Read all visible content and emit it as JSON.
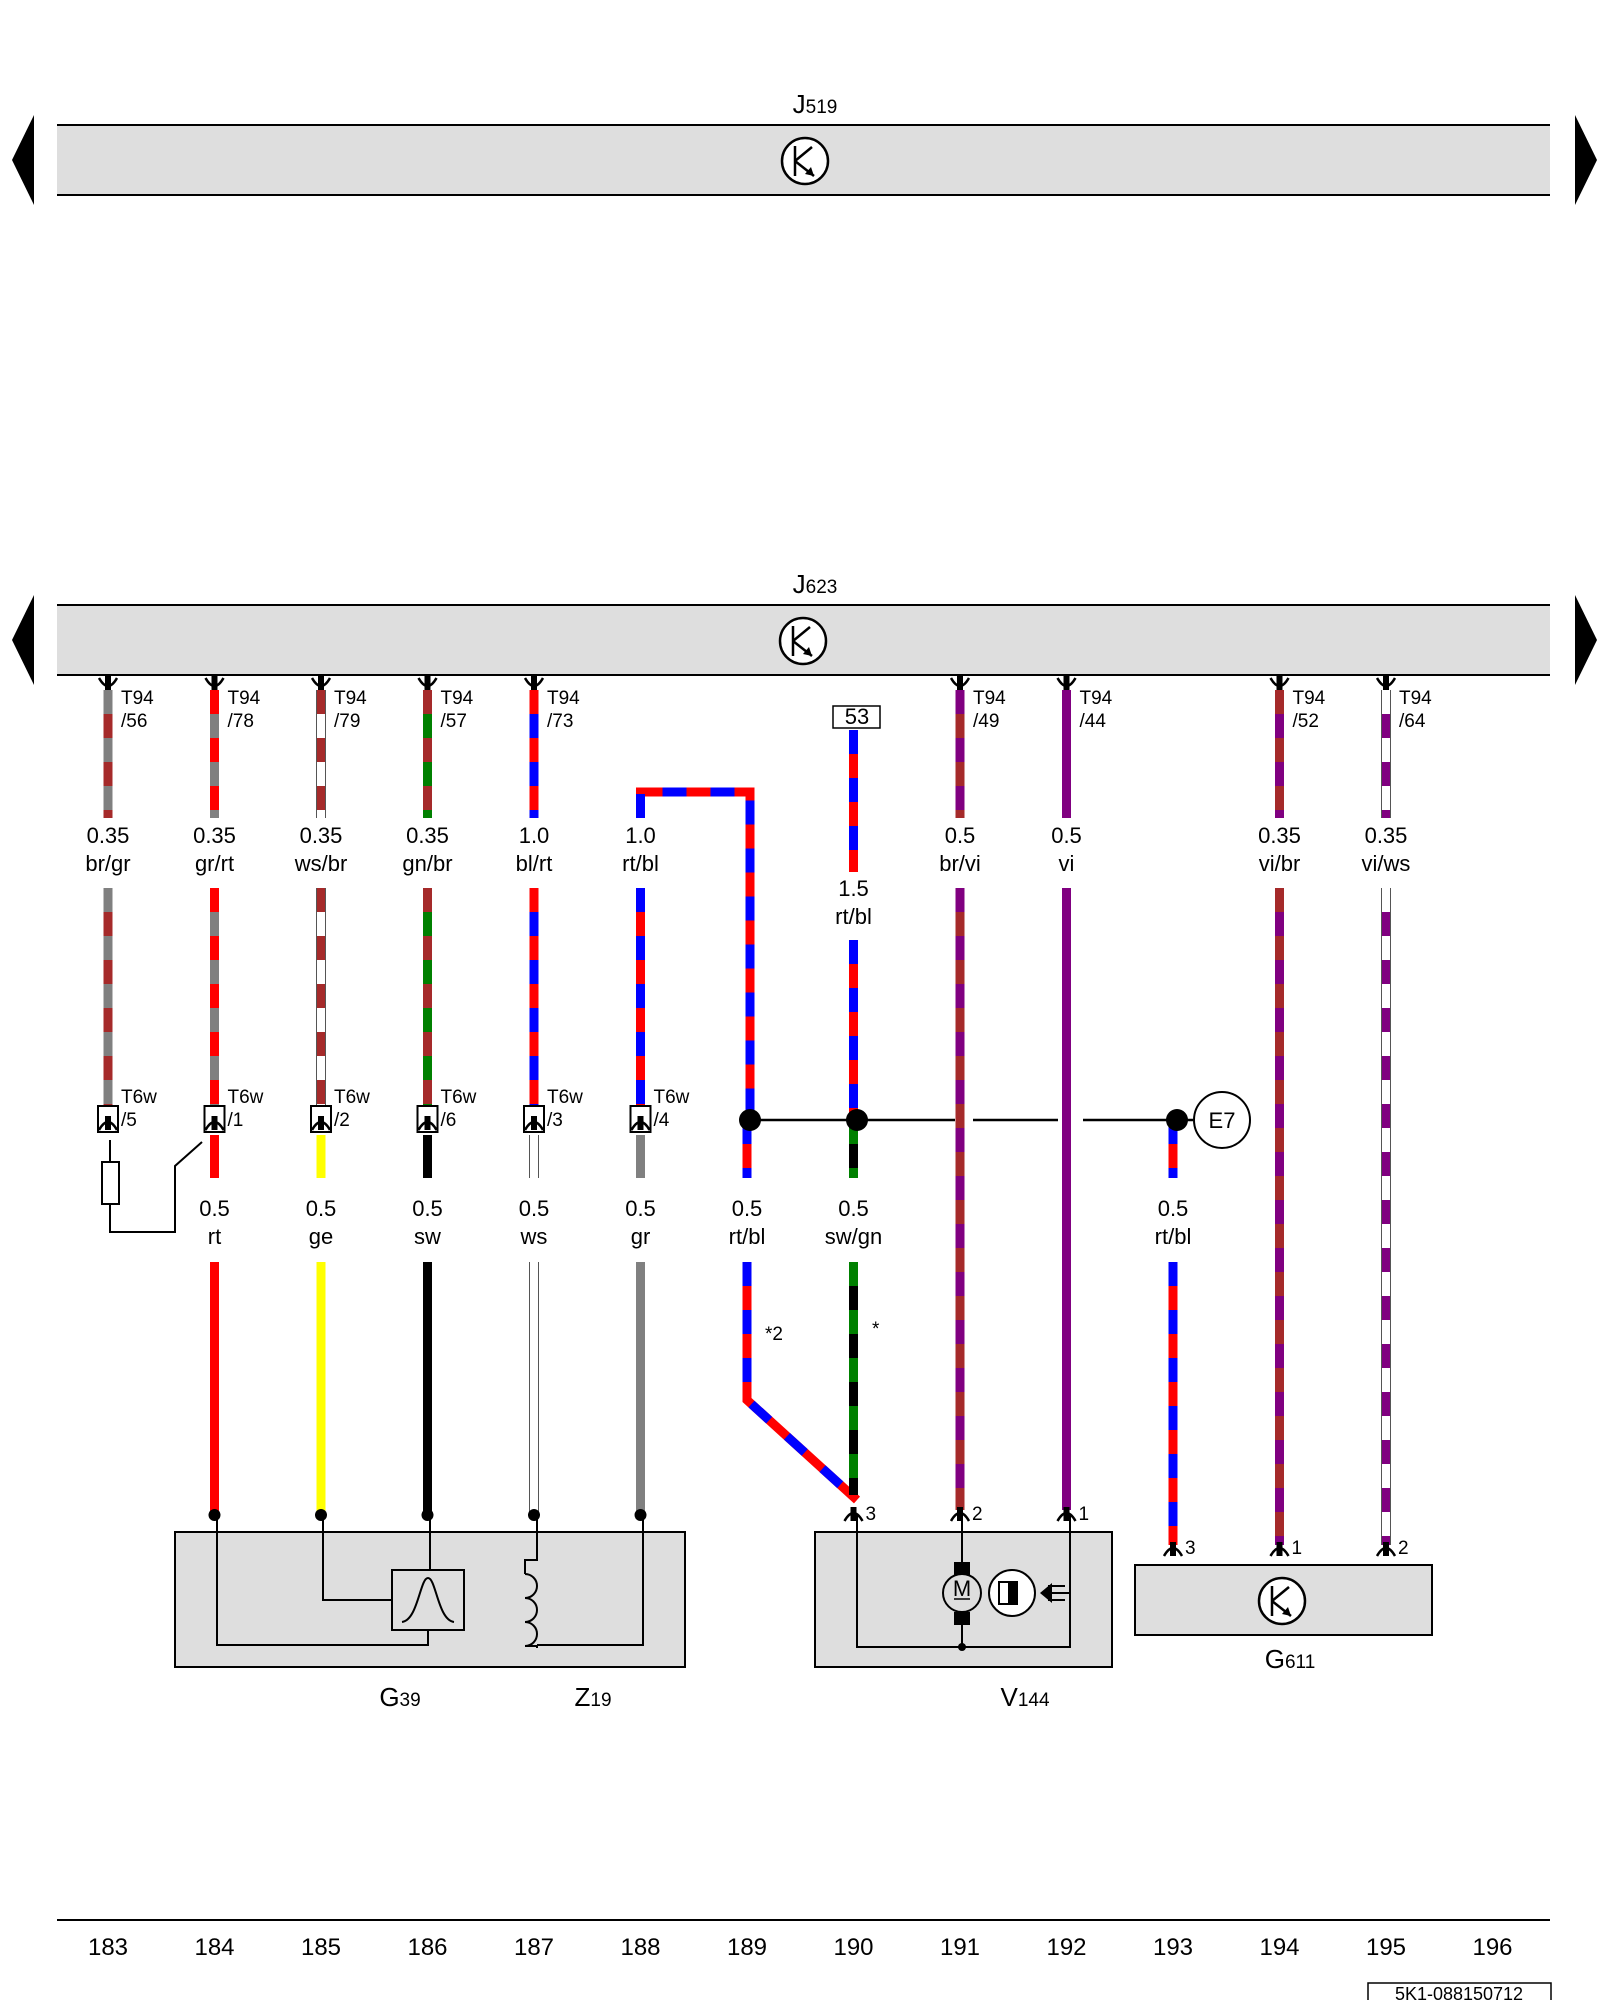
{
  "modules": {
    "top": {
      "label": "J519",
      "main": "J",
      "sub": "519"
    },
    "mid": {
      "label": "J623",
      "main": "J",
      "sub": "623"
    }
  },
  "components": [
    {
      "label": "G39",
      "main": "G",
      "sub": "39"
    },
    {
      "label": "Z19",
      "main": "Z",
      "sub": "19"
    },
    {
      "label": "V144",
      "main": "V",
      "sub": "144"
    },
    {
      "label": "G611",
      "main": "G",
      "sub": "611"
    }
  ],
  "ground_point": "E7",
  "terminal_box": "53",
  "connectors": {
    "ecu": "T94",
    "sensor": "T6w"
  },
  "wires_top": [
    {
      "col": 183,
      "pin": "/56",
      "size": "0.35",
      "color": "br/gr",
      "colors": [
        "#a52a2a",
        "#808080"
      ]
    },
    {
      "col": 184,
      "pin": "/78",
      "size": "0.35",
      "color": "gr/rt",
      "colors": [
        "#808080",
        "#ff0000"
      ]
    },
    {
      "col": 185,
      "pin": "/79",
      "size": "0.35",
      "color": "ws/br",
      "colors": [
        "#ffffff",
        "#a52a2a"
      ]
    },
    {
      "col": 186,
      "pin": "/57",
      "size": "0.35",
      "color": "gn/br",
      "colors": [
        "#008000",
        "#a52a2a"
      ]
    },
    {
      "col": 187,
      "pin": "/73",
      "size": "1.0",
      "color": "bl/rt",
      "colors": [
        "#0000ff",
        "#ff0000"
      ]
    },
    {
      "col": 188,
      "pin": "",
      "size": "1.0",
      "color": "rt/bl",
      "colors": [
        "#ff0000",
        "#0000ff"
      ]
    },
    {
      "col": 190,
      "pin": "",
      "size": "1.5",
      "color": "rt/bl",
      "colors": [
        "#ff0000",
        "#0000ff"
      ]
    },
    {
      "col": 191,
      "pin": "/49",
      "size": "0.5",
      "color": "br/vi",
      "colors": [
        "#a52a2a",
        "#800080"
      ]
    },
    {
      "col": 192,
      "pin": "/44",
      "size": "0.5",
      "color": "vi",
      "colors": [
        "#800080",
        "#800080"
      ]
    },
    {
      "col": 194,
      "pin": "/52",
      "size": "0.35",
      "color": "vi/br",
      "colors": [
        "#800080",
        "#a52a2a"
      ]
    },
    {
      "col": 195,
      "pin": "/64",
      "size": "0.35",
      "color": "vi/ws",
      "colors": [
        "#800080",
        "#ffffff"
      ]
    }
  ],
  "sensor_pins": [
    "/5",
    "/1",
    "/2",
    "/6",
    "/3",
    "/4"
  ],
  "wires_bottom": [
    {
      "col": 184,
      "size": "0.5",
      "color": "rt",
      "colors": [
        "#ff0000",
        "#ff0000"
      ]
    },
    {
      "col": 185,
      "size": "0.5",
      "color": "ge",
      "colors": [
        "#ffff00",
        "#ffff00"
      ]
    },
    {
      "col": 186,
      "size": "0.5",
      "color": "sw",
      "colors": [
        "#000000",
        "#000000"
      ]
    },
    {
      "col": 187,
      "size": "0.5",
      "color": "ws",
      "colors": [
        "#ffffff",
        "#ffffff"
      ]
    },
    {
      "col": 188,
      "size": "0.5",
      "color": "gr",
      "colors": [
        "#808080",
        "#808080"
      ]
    },
    {
      "col": 189,
      "size": "0.5",
      "color": "rt/bl",
      "colors": [
        "#ff0000",
        "#0000ff"
      ]
    },
    {
      "col": 190,
      "size": "0.5",
      "color": "sw/gn",
      "colors": [
        "#000000",
        "#008000"
      ]
    },
    {
      "col": 193,
      "size": "0.5",
      "color": "rt/bl",
      "colors": [
        "#ff0000",
        "#0000ff"
      ]
    }
  ],
  "footnotes": {
    "wire189": "*2",
    "wire190": "*"
  },
  "component_pins": {
    "v144": [
      "3",
      "2",
      "1"
    ],
    "g611": [
      "3",
      "1",
      "2"
    ]
  },
  "motor_symbol": "M",
  "columns": [
    "183",
    "184",
    "185",
    "186",
    "187",
    "188",
    "189",
    "190",
    "191",
    "192",
    "193",
    "194",
    "195",
    "196"
  ],
  "doc_id": "5K1-088150712"
}
